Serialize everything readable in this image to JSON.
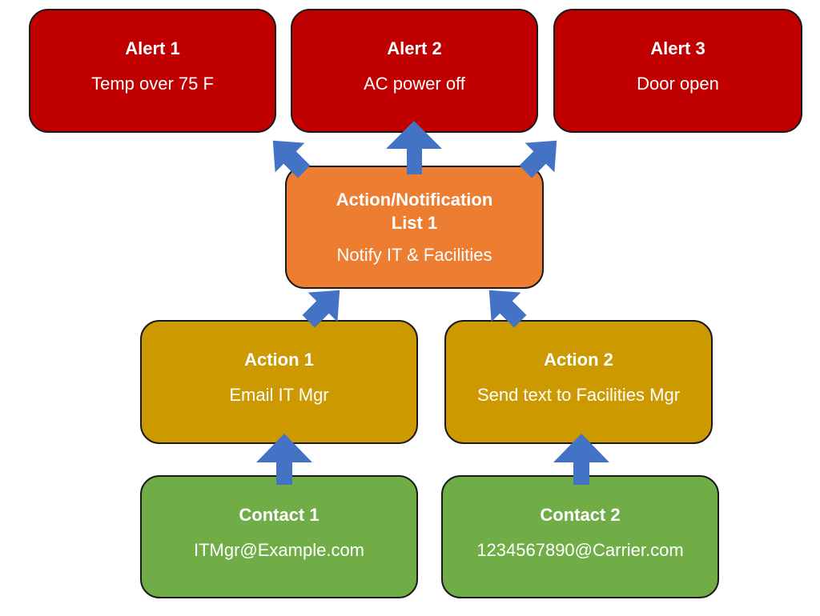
{
  "colors": {
    "alert": "#c00000",
    "action_list": "#ed7d31",
    "action": "#cc9900",
    "contact": "#70ad47",
    "arrow": "#4472c4"
  },
  "alerts": [
    {
      "title": "Alert 1",
      "text": "Temp over 75 F"
    },
    {
      "title": "Alert 2",
      "text": "AC power off"
    },
    {
      "title": "Alert 3",
      "text": "Door open"
    }
  ],
  "action_list": {
    "title_line1": "Action/Notification",
    "title_line2": "List 1",
    "text": "Notify IT & Facilities"
  },
  "actions": [
    {
      "title": "Action 1",
      "text": "Email IT Mgr"
    },
    {
      "title": "Action 2",
      "text": "Send text to Facilities Mgr"
    }
  ],
  "contacts": [
    {
      "title": "Contact 1",
      "text": "ITMgr@Example.com"
    },
    {
      "title": "Contact 2",
      "text": "1234567890@Carrier.com"
    }
  ]
}
